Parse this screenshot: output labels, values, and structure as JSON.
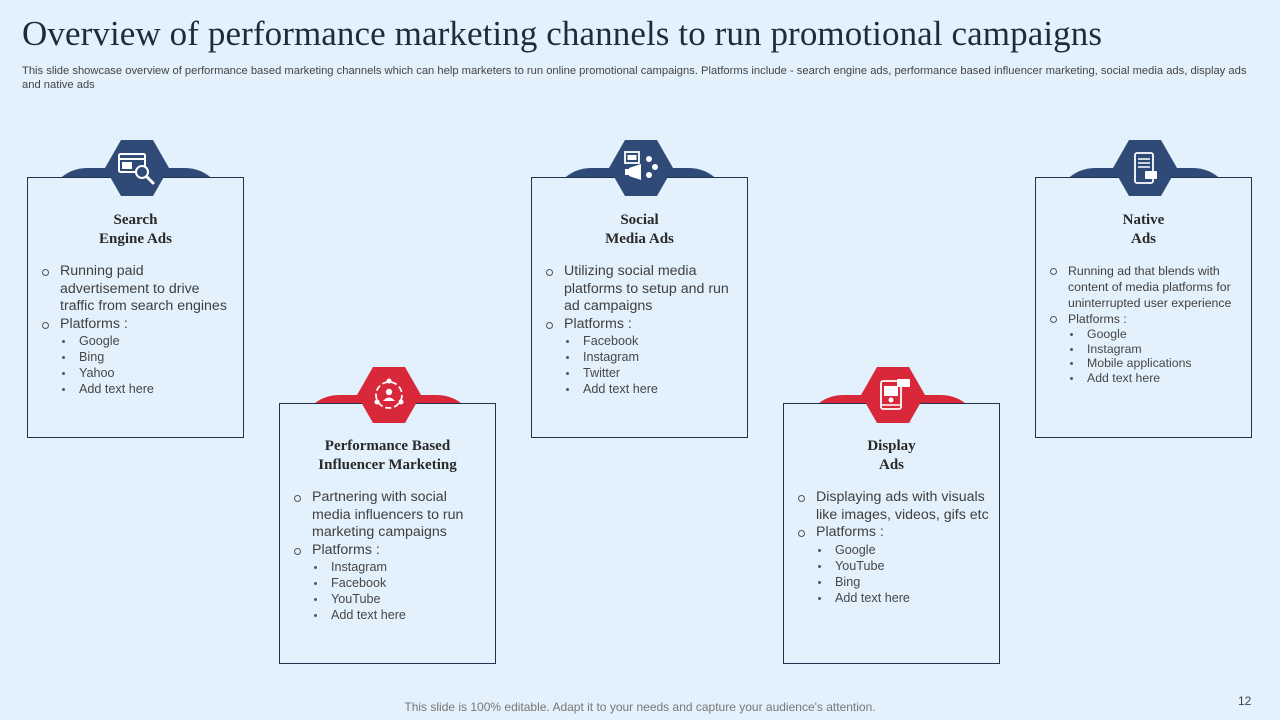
{
  "slide": {
    "title": "Overview of performance marketing channels to run promotional campaigns",
    "subtitle": "This slide showcase overview of performance based marketing channels which can help marketers to run online promotional campaigns. Platforms include - search engine ads, performance based influencer marketing, social media ads, display ads and native ads",
    "footer": "This slide is 100% editable. Adapt it to your needs and capture your audience's attention.",
    "page_number": "12"
  },
  "colors": {
    "background": "#e3f1fc",
    "blue_accent": "#2f4a77",
    "red_accent": "#d8283a",
    "border": "#22344f"
  },
  "cards": [
    {
      "title_lines": [
        "Search",
        "Engine Ads"
      ],
      "icon": "search-ad-icon",
      "description": "Running paid advertisement to drive traffic from search engines",
      "platforms_label": "Platforms :",
      "platforms": [
        "Google",
        "Bing",
        "Yahoo",
        "Add text here"
      ]
    },
    {
      "title_lines": [
        "Performance Based",
        "Influencer Marketing"
      ],
      "icon": "influencer-network-icon",
      "description": "Partnering with social media influencers to run marketing campaigns",
      "platforms_label": "Platforms :",
      "platforms": [
        "Instagram",
        "Facebook",
        "YouTube",
        "Add text here"
      ]
    },
    {
      "title_lines": [
        "Social",
        "Media Ads"
      ],
      "icon": "social-media-ad-icon",
      "description": "Utilizing social media platforms to setup and run ad campaigns",
      "platforms_label": "Platforms :",
      "platforms": [
        "Facebook",
        "Instagram",
        "Twitter",
        "Add text here"
      ]
    },
    {
      "title_lines": [
        "Display",
        "Ads"
      ],
      "icon": "display-ad-icon",
      "description": "Displaying ads with visuals like images, videos, gifs etc",
      "platforms_label": "Platforms :",
      "platforms": [
        "Google",
        "YouTube",
        "Bing",
        "Add text here"
      ]
    },
    {
      "title_lines": [
        "Native",
        "Ads"
      ],
      "icon": "mobile-ad-icon",
      "description": "Running ad that blends with content of media platforms for uninterrupted user experience",
      "platforms_label": "Platforms :",
      "platforms": [
        "Google",
        "Instagram",
        "Mobile applications",
        "Add text here"
      ]
    }
  ]
}
